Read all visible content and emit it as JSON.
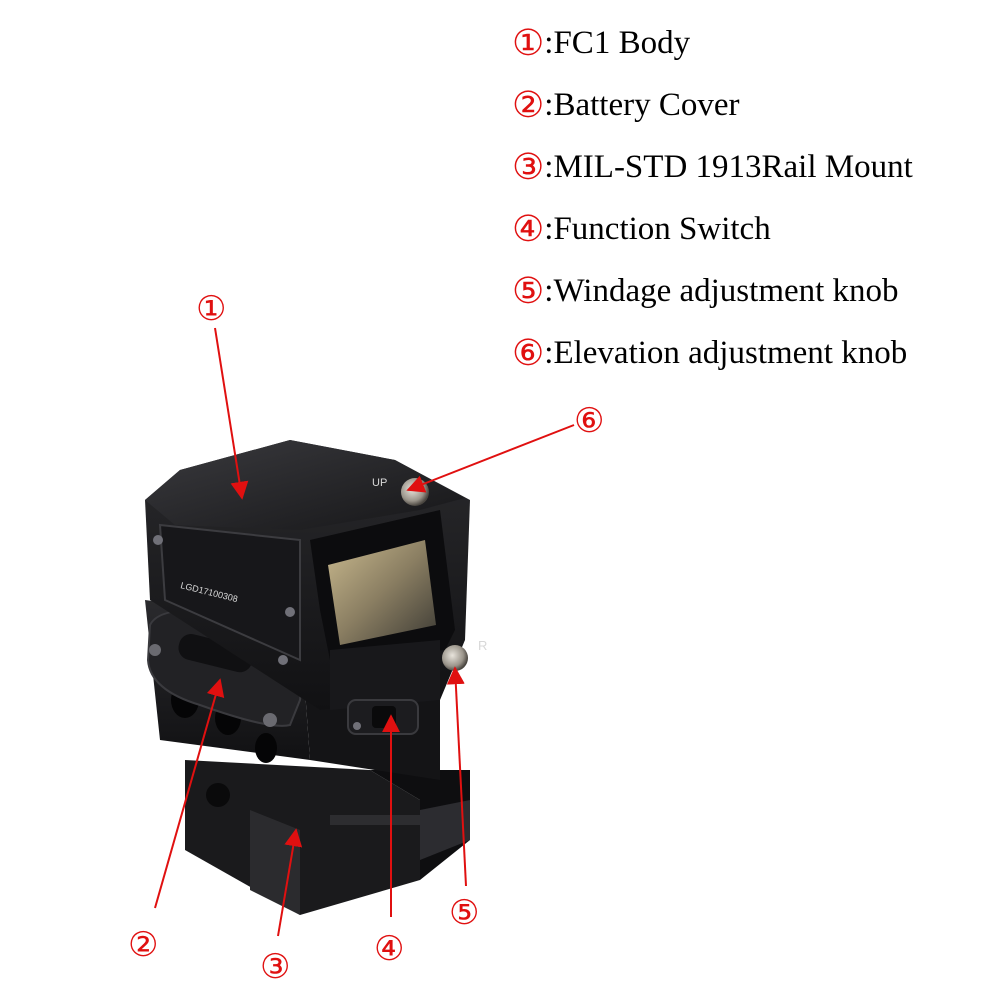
{
  "legend": [
    {
      "num": "①",
      "text": ":FC1 Body"
    },
    {
      "num": "②",
      "text": ":Battery Cover"
    },
    {
      "num": "③",
      "text": ":MIL-STD 1913Rail Mount"
    },
    {
      "num": "④",
      "text": ":Function Switch"
    },
    {
      "num": "⑤",
      "text": ":Windage adjustment knob"
    },
    {
      "num": "⑥",
      "text": ":Elevation adjustment knob"
    }
  ],
  "callouts": {
    "c1": "①",
    "c2": "②",
    "c3": "③",
    "c4": "④",
    "c5": "⑤",
    "c6": "⑥"
  },
  "engraving": {
    "serial": "LGD17100308",
    "up_mark": "UP",
    "right_mark": "R"
  },
  "colors": {
    "annotation": "#e01010",
    "text": "#000000",
    "device_body": "#1c1c1e"
  }
}
